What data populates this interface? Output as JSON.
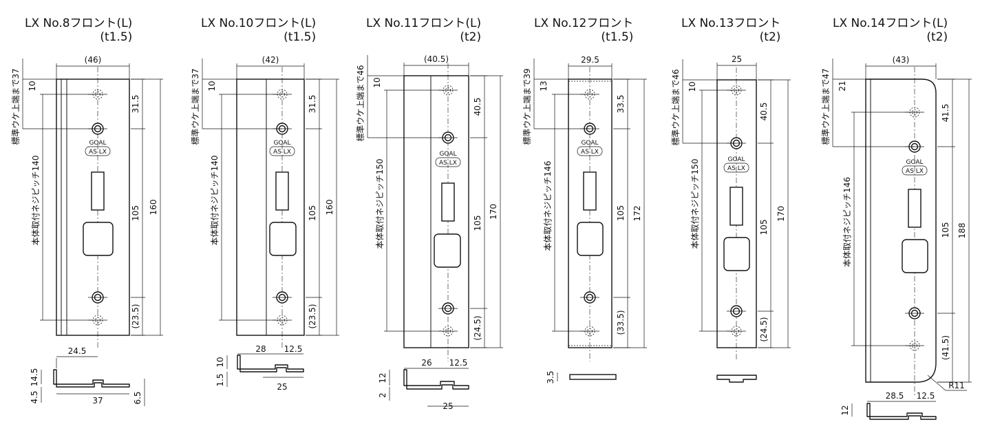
{
  "drawings": [
    {
      "id": "no8",
      "title": "LX No.8フロント(L)",
      "thickness": "(t1.5)",
      "width_dim": "(46)",
      "pitch_label": "本体取付ネジピッチ140",
      "standard_label": "標準ウケ上端まで37",
      "top_offset": "10",
      "upper_dim": "31.5",
      "mid_dim": "105",
      "total_dim": "160",
      "lower_dim": "(23.5)",
      "section_dims": [
        "24.5",
        "14.5",
        "4.5",
        "37",
        "6.5"
      ]
    },
    {
      "id": "no10",
      "title": "LX No.10フロント(L)",
      "thickness": "(t1.5)",
      "width_dim": "(42)",
      "pitch_label": "本体取付ネジピッチ140",
      "standard_label": "標準ウケ上端まで37",
      "top_offset": "10",
      "upper_dim": "31.5",
      "mid_dim": "105",
      "total_dim": "160",
      "lower_dim": "(23.5)",
      "section_dims": [
        "28",
        "12.5",
        "10",
        "1.5",
        "25"
      ]
    },
    {
      "id": "no11",
      "title": "LX No.11フロント(L)",
      "thickness": "(t2)",
      "width_dim": "(40.5)",
      "pitch_label": "本体取付ネジピッチ150",
      "standard_label": "標準ウケ上端まで46",
      "top_offset": "10",
      "upper_dim": "40.5",
      "mid_dim": "105",
      "total_dim": "170",
      "lower_dim": "(24.5)",
      "section_dims": [
        "26",
        "12.5",
        "12",
        "2",
        "25"
      ]
    },
    {
      "id": "no12",
      "title": "LX No.12フロント",
      "thickness": "(t1.5)",
      "width_dim": "29.5",
      "pitch_label": "本体取付ネジピッチ146",
      "standard_label": "標準ウケ上端まで39",
      "top_offset": "13",
      "upper_dim": "33.5",
      "mid_dim": "105",
      "total_dim": "172",
      "lower_dim": "(33.5)",
      "section_dims": [
        "3.5"
      ]
    },
    {
      "id": "no13",
      "title": "LX No.13フロント",
      "thickness": "(t2)",
      "width_dim": "25",
      "pitch_label": "本体取付ネジピッチ150",
      "standard_label": "標準ウケ上端まで46",
      "top_offset": "10",
      "upper_dim": "40.5",
      "mid_dim": "105",
      "total_dim": "170",
      "lower_dim": "(24.5)",
      "section_dims": []
    },
    {
      "id": "no14",
      "title": "LX No.14フロント(L)",
      "thickness": "(t2)",
      "width_dim": "(43)",
      "pitch_label": "本体取付ネジピッチ146",
      "standard_label": "標準ウケ上端まで47",
      "top_offset": "21",
      "upper_dim": "41.5",
      "mid_dim": "105",
      "total_dim": "188",
      "lower_dim": "(41.5)",
      "radius": "R11",
      "section_dims": [
        "28.5",
        "12.5",
        "12"
      ]
    }
  ],
  "logo": {
    "brand": "GOAL",
    "models": "AS LX"
  }
}
